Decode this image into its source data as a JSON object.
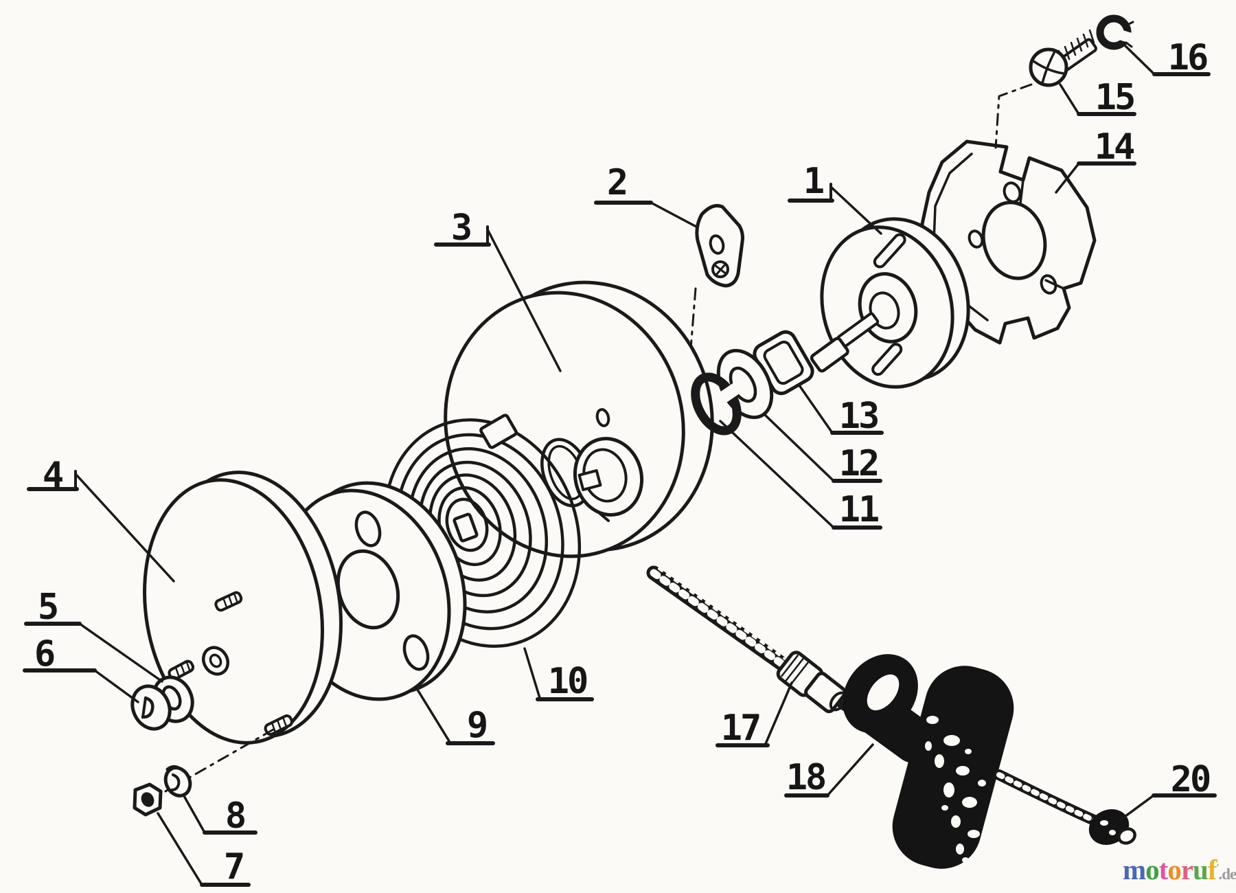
{
  "diagram": {
    "figure_type": "exploded-parts-diagram",
    "subject": "recoil starter assembly",
    "callouts": [
      {
        "id": "1",
        "label": "1"
      },
      {
        "id": "2",
        "label": "2"
      },
      {
        "id": "3",
        "label": "3"
      },
      {
        "id": "4",
        "label": "4"
      },
      {
        "id": "5",
        "label": "5"
      },
      {
        "id": "6",
        "label": "6"
      },
      {
        "id": "7",
        "label": "7"
      },
      {
        "id": "8",
        "label": "8"
      },
      {
        "id": "9",
        "label": "9"
      },
      {
        "id": "10",
        "label": "10"
      },
      {
        "id": "11",
        "label": "11"
      },
      {
        "id": "12",
        "label": "12"
      },
      {
        "id": "13",
        "label": "13"
      },
      {
        "id": "14",
        "label": "14"
      },
      {
        "id": "15",
        "label": "15"
      },
      {
        "id": "16",
        "label": "16"
      },
      {
        "id": "17",
        "label": "17"
      },
      {
        "id": "18",
        "label": "18"
      },
      {
        "id": "20",
        "label": "20"
      }
    ]
  },
  "branding": {
    "logo": {
      "letters": [
        {
          "char": "m",
          "color": "#4a66b8"
        },
        {
          "char": "o",
          "color": "#3fa044"
        },
        {
          "char": "t",
          "color": "#e0559d"
        },
        {
          "char": "o",
          "color": "#ef8a2a"
        },
        {
          "char": "r",
          "color": "#e0607d"
        },
        {
          "char": "u",
          "color": "#58a84a"
        },
        {
          "char": "f",
          "color": "#e8b42f"
        }
      ],
      "tld": ".de",
      "tld_color": "#9a9a9a"
    }
  }
}
